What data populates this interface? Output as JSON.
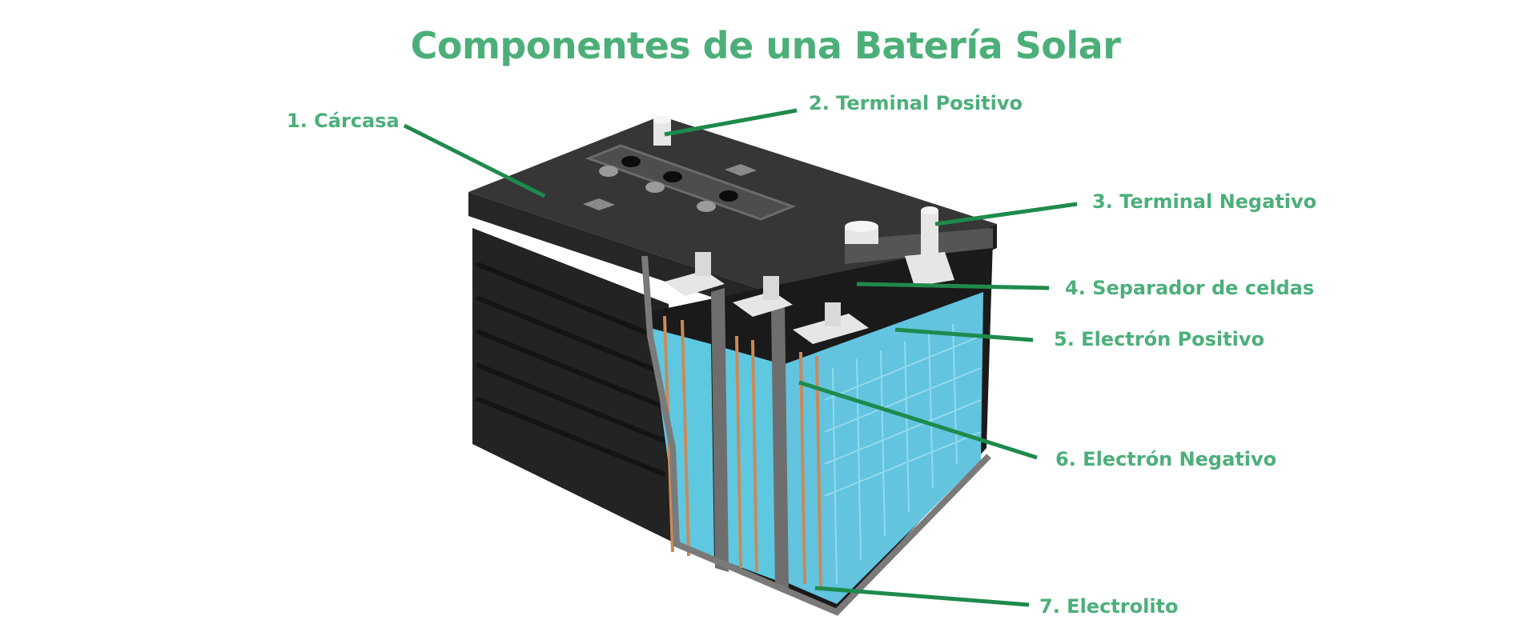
{
  "title": "Componentes de una Batería Solar",
  "colors": {
    "title": "#4caf7a",
    "label_text": "#4caf7a",
    "leader_line": "#1e8a4c",
    "case_dark": "#2a2a2a",
    "electrolyte": "#5ec8e0",
    "terminal": "#e6e6e6",
    "plate_copper": "#c98a5a"
  },
  "labels": [
    {
      "id": "carcasa",
      "text": "1. Cárcasa"
    },
    {
      "id": "terminal-positivo",
      "text": "2. Terminal Positivo"
    },
    {
      "id": "terminal-negativo",
      "text": "3. Terminal Negativo"
    },
    {
      "id": "separador-celdas",
      "text": "4. Separador de celdas"
    },
    {
      "id": "electron-positivo",
      "text": "5. Electrón Positivo"
    },
    {
      "id": "electron-negativo",
      "text": "6. Electrón Negativo"
    },
    {
      "id": "electrolito",
      "text": "7. Electrolito"
    }
  ]
}
